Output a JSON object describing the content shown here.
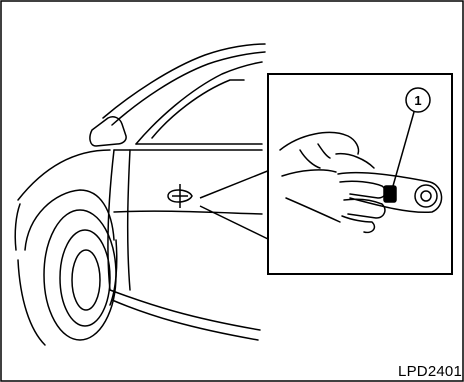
{
  "figure": {
    "code": "LPD2401",
    "callout_number": "1",
    "icons": [
      "car-door-illustration",
      "door-handle-icon",
      "hand-icon",
      "request-switch-icon"
    ]
  }
}
